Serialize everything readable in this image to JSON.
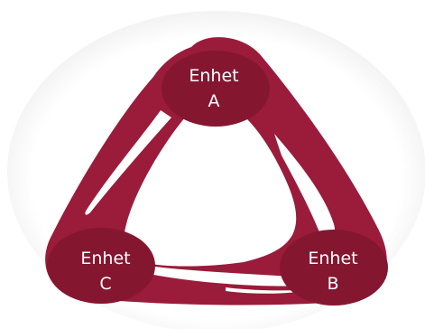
{
  "diagram": {
    "nodes": [
      {
        "id": "a",
        "line1": "Enhet",
        "line2": "A"
      },
      {
        "id": "b",
        "line1": "Enhet",
        "line2": "B"
      },
      {
        "id": "c",
        "line1": "Enhet",
        "line2": "C"
      }
    ],
    "colors": {
      "ribbon": "#9a1c3a",
      "node_fill": "#851630",
      "gap": "#ffffff",
      "background": "#ffffff"
    }
  }
}
